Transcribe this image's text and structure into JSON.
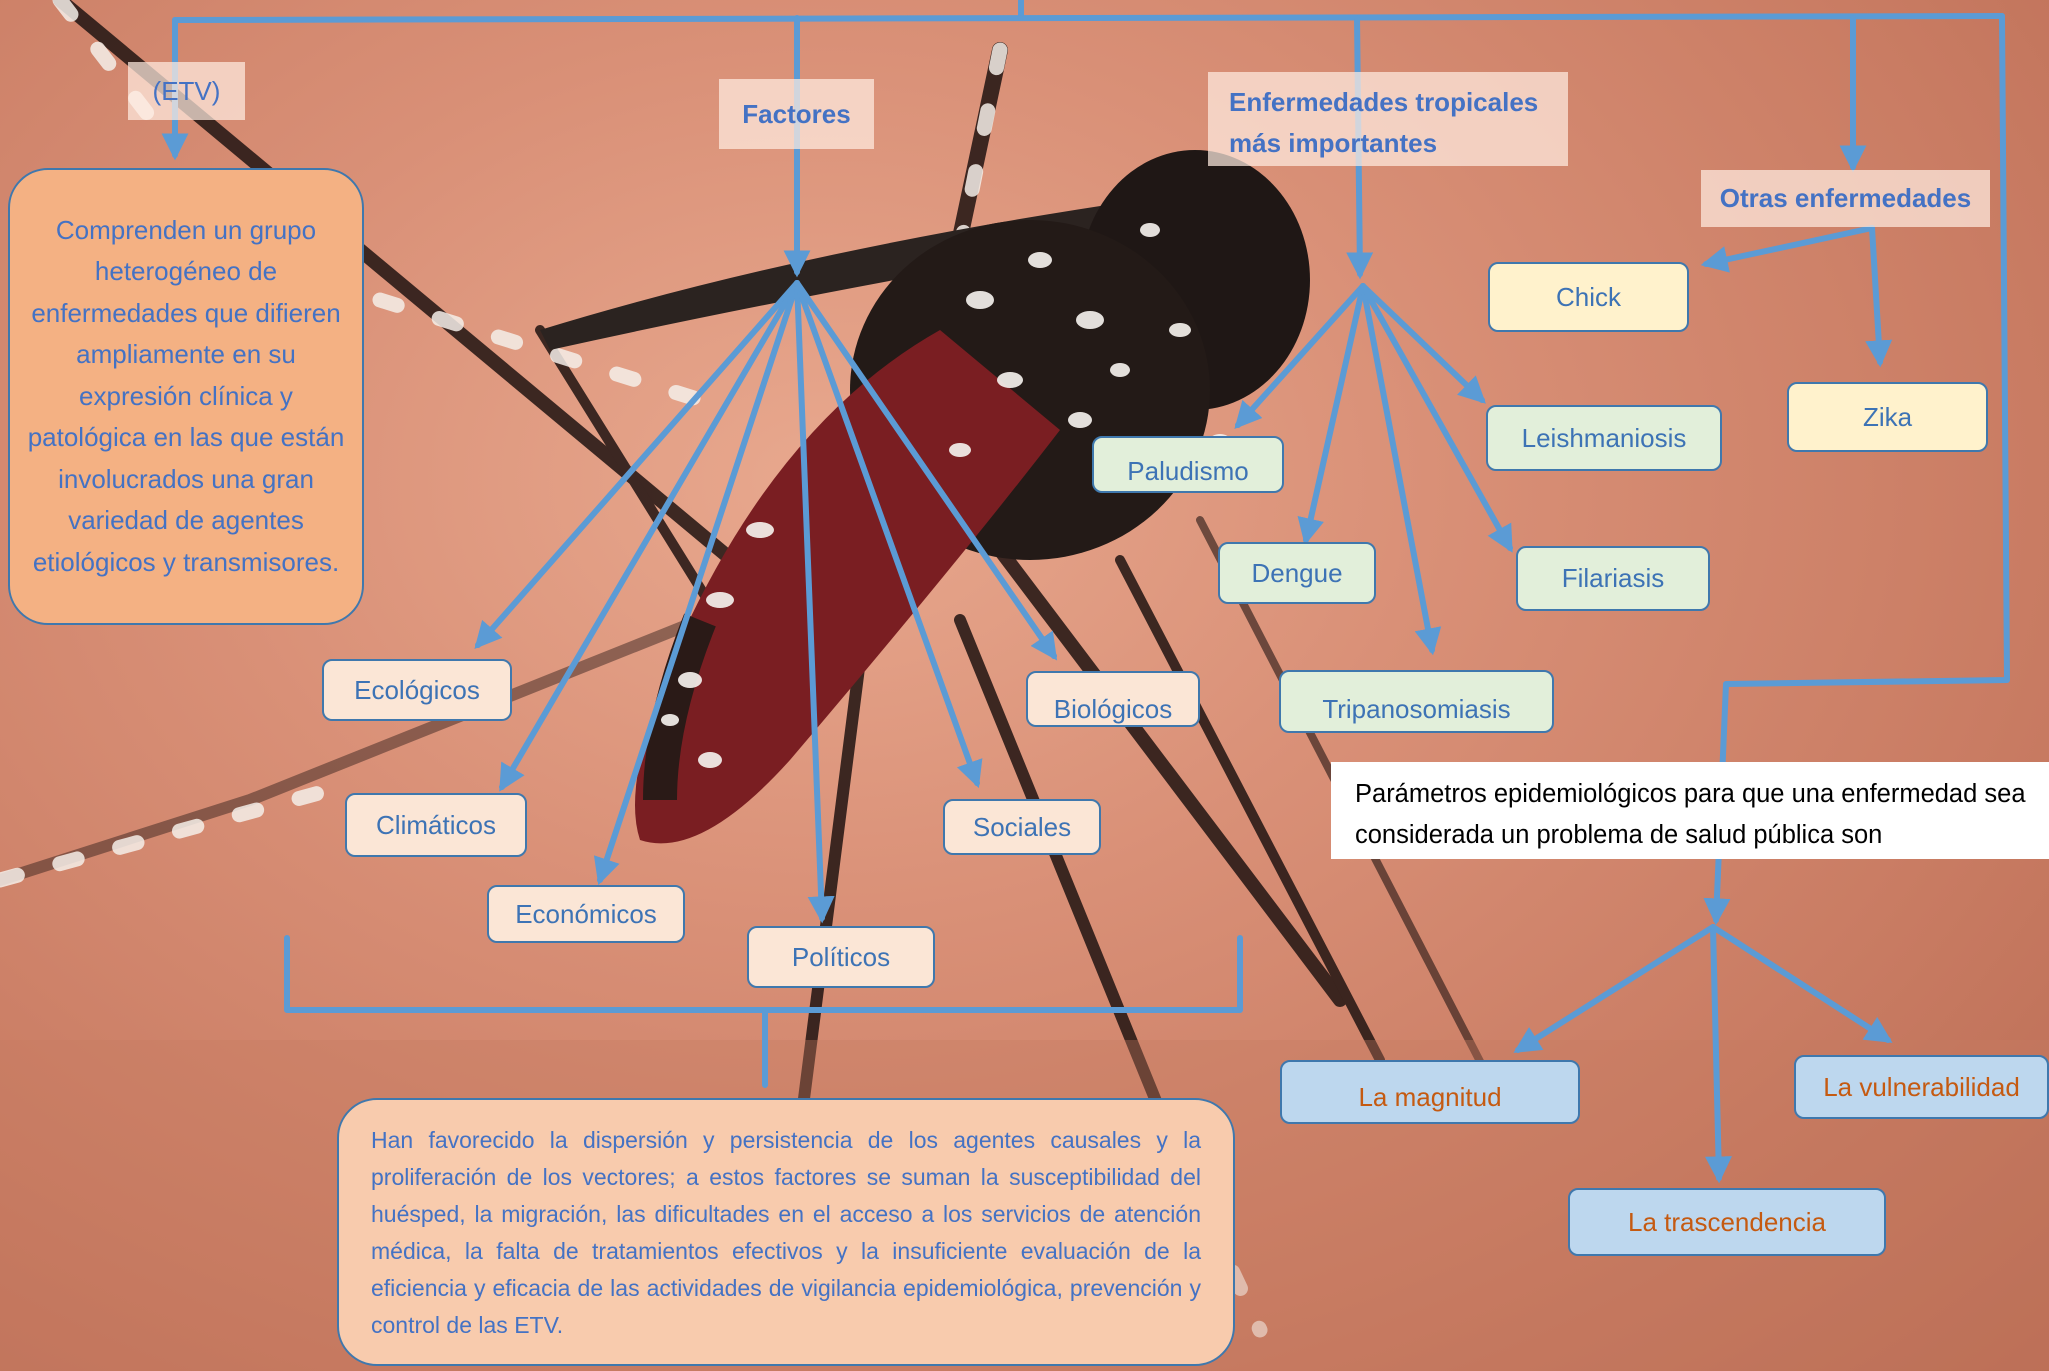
{
  "etv_label": "(ETV)",
  "definition": "Comprenden un grupo heterogéneo de enfermedades que difieren ampliamente en su expresión clínica y patológica en las que están involucrados una gran variedad de agentes etiológicos y transmisores.",
  "factors": {
    "heading": "Factores",
    "items": [
      "Ecológicos",
      "Climáticos",
      "Económicos",
      "Políticos",
      "Sociales",
      "Biológicos"
    ],
    "summary": "Han favorecido la  dispersión y persistencia de los agentes causales y la proliferación de los vectores; a estos factores se suman la susceptibilidad del huésped, la migración, las dificultades en el acceso a los servicios de atención médica, la falta de tratamientos efectivos y la insuficiente evaluación de la eficiencia y eficacia de las actividades de vigilancia epidemiológica, prevención y control de las ETV."
  },
  "tropical": {
    "heading_line1": "Enfermedades tropicales",
    "heading_line2": "más importantes",
    "items": [
      "Paludismo",
      "Dengue",
      "Tripanosomiasis",
      "Leishmaniosis",
      "Filariasis"
    ]
  },
  "other": {
    "heading": "Otras enfermedades",
    "items": [
      "Chick",
      "Zika"
    ]
  },
  "parameters": {
    "title": "Parámetros epidemiológicos para que una enfermedad sea considerada un problema de salud pública son",
    "items": [
      "La magnitud",
      "La trascendencia",
      "La vulnerabilidad"
    ]
  },
  "colors": {
    "arrow": "#5b9bd5",
    "heading_text": "#4472c4",
    "factor_box": "#fbe6d6",
    "disease_box": "#e2efda",
    "other_box": "#fff2cc",
    "param_box": "#bdd7ee",
    "param_text": "#c55a11",
    "definition_box": "#f4b183",
    "summary_box": "#f8cbad"
  }
}
